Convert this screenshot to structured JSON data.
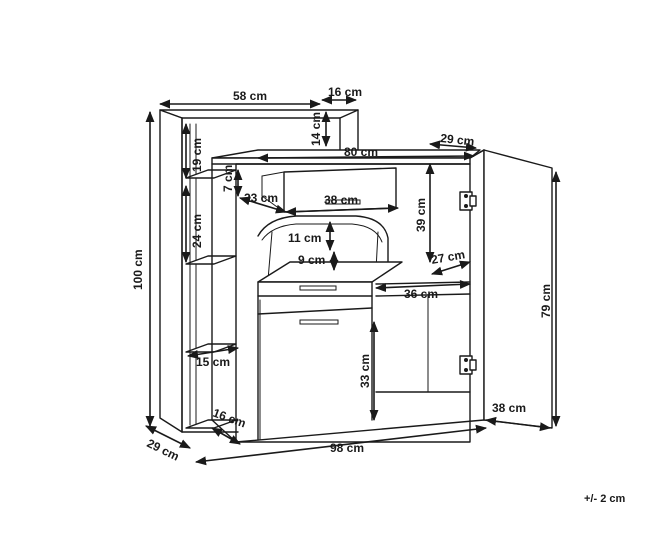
{
  "dimensions": {
    "d_58": "58 cm",
    "d_16_top": "16 cm",
    "d_14": "14 cm",
    "d_29_top": "29 cm",
    "d_80": "80 cm",
    "d_19": "19 cm",
    "d_7": "7 cm",
    "d_23": "23 cm",
    "d_38_drawer": "38 cm",
    "d_39": "39 cm",
    "d_24": "24 cm",
    "d_11": "11 cm",
    "d_9": "9 cm",
    "d_27": "27 cm",
    "d_100": "100 cm",
    "d_36": "36 cm",
    "d_79": "79 cm",
    "d_15": "15 cm",
    "d_33": "33 cm",
    "d_16_bottom": "16 cm",
    "d_38_door": "38 cm",
    "d_29_bottom": "29 cm",
    "d_98": "98 cm"
  },
  "tolerance": "+/- 2 cm"
}
